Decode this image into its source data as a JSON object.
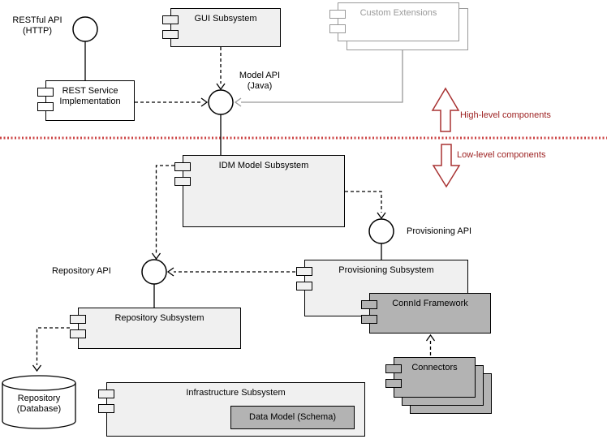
{
  "components": {
    "gui": {
      "label": "GUI Subsystem"
    },
    "custom_extensions": {
      "label": "Custom Extensions"
    },
    "rest_impl": {
      "label": "REST Service Implementation"
    },
    "idm": {
      "label": "IDM Model Subsystem"
    },
    "provisioning": {
      "label": "Provisioning Subsystem"
    },
    "connid": {
      "label": "ConnId Framework"
    },
    "repository_sub": {
      "label": "Repository Subsystem"
    },
    "connectors": {
      "label": "Connectors"
    },
    "infrastructure": {
      "label": "Infrastructure Subsystem"
    },
    "data_model": {
      "label": "Data Model (Schema)"
    }
  },
  "interfaces": {
    "restful_api": {
      "label": "RESTful API (HTTP)"
    },
    "model_api": {
      "label": "Model API (Java)"
    },
    "provisioning_api": {
      "label": "Provisioning API"
    },
    "repository_api": {
      "label": "Repository API"
    }
  },
  "database": {
    "label": "Repository (Database)"
  },
  "annotations": {
    "high_level": "High-level components",
    "low_level": "Low-level components"
  },
  "colors": {
    "component_fill_light": "#f0f0f0",
    "component_fill_dark": "#b3b3b3",
    "muted_gray": "#999999",
    "annotation_red": "#9c1f1f",
    "separator_red": "#cc4444",
    "line_black": "#000000"
  }
}
